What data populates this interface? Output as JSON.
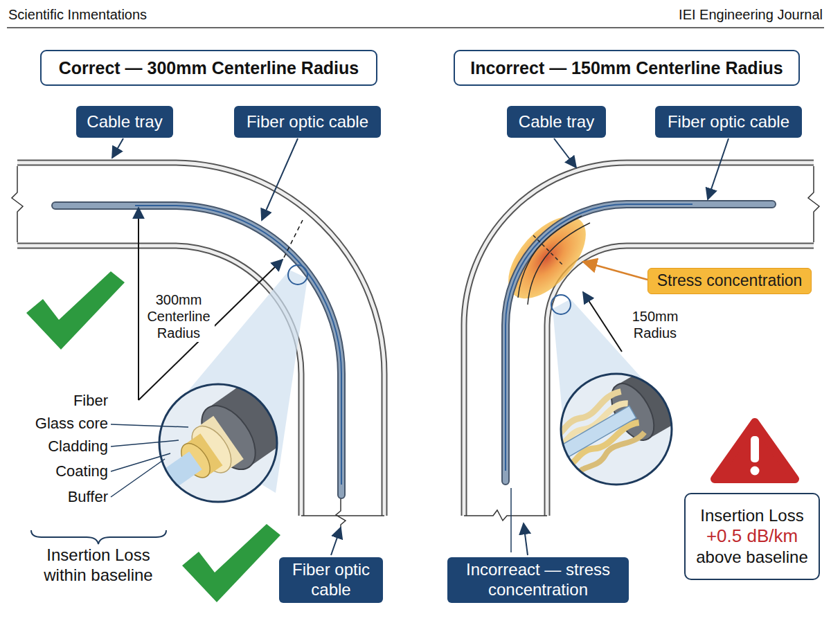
{
  "diagram": {
    "nodes": [
      {
        "text": [
          "Correct — 300mm Centerline Radius"
        ]
      },
      {
        "text": [
          "Incorrect — 150mm Centerline Radius"
        ]
      },
      {
        "text": [
          "Cable tray"
        ]
      },
      {
        "text": [
          "Fiber optic cable"
        ]
      },
      {
        "text": [
          "Cable tray"
        ]
      },
      {
        "text": [
          "Fiber optic cable"
        ]
      },
      {
        "text": [
          "Stress concentration"
        ]
      },
      {
        "text": [
          "Insertion Loss",
          "+0.5 dB/km",
          "above baseline"
        ]
      },
      {
        "text": [
          "Fiber optic cable"
        ]
      },
      {
        "text": [
          "Incorreact — stress concentration"
        ]
      }
    ],
    "labels": [
      "Scientific Inmentations",
      "IEI Engineering Journal",
      "300mm Centerline Radius",
      "Fiber",
      "Glass core",
      "Cladding",
      "Coating",
      "Buffer",
      "Insertion Loss within baseline",
      "150mm Radius"
    ]
  }
}
